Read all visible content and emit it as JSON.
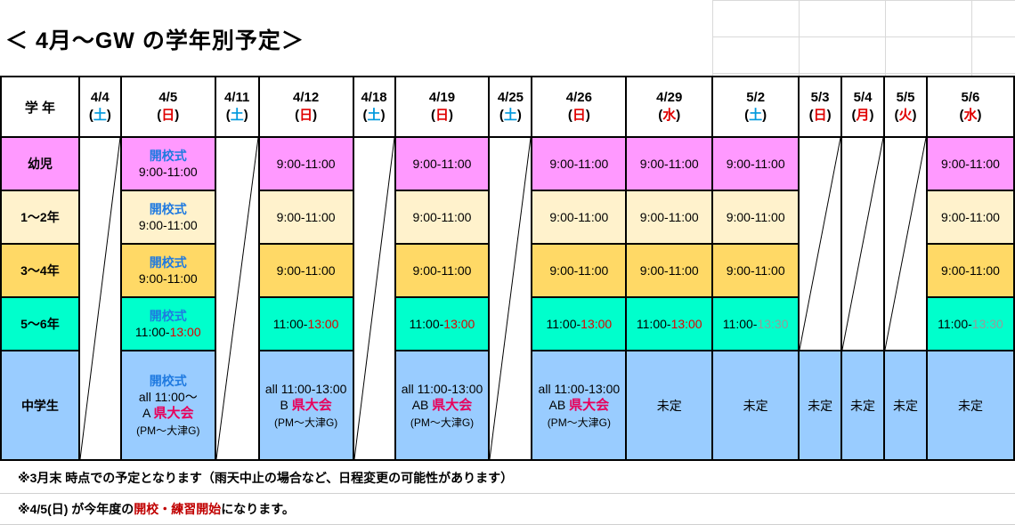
{
  "title": "＜ 4月～GW の学年別予定＞",
  "header_grade": "学 年",
  "columns": [
    {
      "date": "4/4",
      "day": "土",
      "type": "sat"
    },
    {
      "date": "4/5",
      "day": "日",
      "type": "sun"
    },
    {
      "date": "4/11",
      "day": "土",
      "type": "sat"
    },
    {
      "date": "4/12",
      "day": "日",
      "type": "sun"
    },
    {
      "date": "4/18",
      "day": "土",
      "type": "sat"
    },
    {
      "date": "4/19",
      "day": "日",
      "type": "sun"
    },
    {
      "date": "4/25",
      "day": "土",
      "type": "sat"
    },
    {
      "date": "4/26",
      "day": "日",
      "type": "sun"
    },
    {
      "date": "4/29",
      "day": "水",
      "type": "sun"
    },
    {
      "date": "5/2",
      "day": "土",
      "type": "sat"
    },
    {
      "date": "5/3",
      "day": "日",
      "type": "sun"
    },
    {
      "date": "5/4",
      "day": "月",
      "type": "sun"
    },
    {
      "date": "5/5",
      "day": "火",
      "type": "sun"
    },
    {
      "date": "5/6",
      "day": "水",
      "type": "sun"
    }
  ],
  "grades": [
    "幼児",
    "1～2年",
    "3～4年",
    "5～6年",
    "中学生"
  ],
  "cells": {
    "r0": {
      "1": [
        [
          {
            "t": "開校式",
            "c": "blue"
          }
        ],
        [
          {
            "t": "9:00-11:00"
          }
        ]
      ],
      "3": [
        [
          {
            "t": "9:00-11:00"
          }
        ]
      ],
      "5": [
        [
          {
            "t": "9:00-11:00"
          }
        ]
      ],
      "7": [
        [
          {
            "t": "9:00-11:00"
          }
        ]
      ],
      "8": [
        [
          {
            "t": "9:00-11:00"
          }
        ]
      ],
      "9": [
        [
          {
            "t": "9:00-11:00"
          }
        ]
      ],
      "13": [
        [
          {
            "t": "9:00-11:00"
          }
        ]
      ]
    },
    "r1": {
      "1": [
        [
          {
            "t": "開校式",
            "c": "blue"
          }
        ],
        [
          {
            "t": "9:00-11:00"
          }
        ]
      ],
      "3": [
        [
          {
            "t": "9:00-11:00"
          }
        ]
      ],
      "5": [
        [
          {
            "t": "9:00-11:00"
          }
        ]
      ],
      "7": [
        [
          {
            "t": "9:00-11:00"
          }
        ]
      ],
      "8": [
        [
          {
            "t": "9:00-11:00"
          }
        ]
      ],
      "9": [
        [
          {
            "t": "9:00-11:00"
          }
        ]
      ],
      "13": [
        [
          {
            "t": "9:00-11:00"
          }
        ]
      ]
    },
    "r2": {
      "1": [
        [
          {
            "t": "開校式",
            "c": "blue"
          }
        ],
        [
          {
            "t": "9:00-11:00"
          }
        ]
      ],
      "3": [
        [
          {
            "t": "9:00-11:00"
          }
        ]
      ],
      "5": [
        [
          {
            "t": "9:00-11:00"
          }
        ]
      ],
      "7": [
        [
          {
            "t": "9:00-11:00"
          }
        ]
      ],
      "8": [
        [
          {
            "t": "9:00-11:00"
          }
        ]
      ],
      "9": [
        [
          {
            "t": "9:00-11:00"
          }
        ]
      ],
      "13": [
        [
          {
            "t": "9:00-11:00"
          }
        ]
      ]
    },
    "r3": {
      "1": [
        [
          {
            "t": "開校式",
            "c": "blue"
          }
        ],
        [
          {
            "t": "11:00-"
          },
          {
            "t": "13:00",
            "c": "red"
          }
        ]
      ],
      "3": [
        [
          {
            "t": "11:00-"
          },
          {
            "t": "13:00",
            "c": "red"
          }
        ]
      ],
      "5": [
        [
          {
            "t": "11:00-"
          },
          {
            "t": "13:00",
            "c": "red"
          }
        ]
      ],
      "7": [
        [
          {
            "t": "11:00-"
          },
          {
            "t": "13:00",
            "c": "red"
          }
        ]
      ],
      "8": [
        [
          {
            "t": "11:00-"
          },
          {
            "t": "13:00",
            "c": "red"
          }
        ]
      ],
      "9": [
        [
          {
            "t": "11:00-"
          },
          {
            "t": "13:30",
            "c": "gray"
          }
        ]
      ],
      "13": [
        [
          {
            "t": "11:00-"
          },
          {
            "t": "13:30",
            "c": "gray"
          }
        ]
      ]
    },
    "r4": {
      "1": [
        [
          {
            "t": "開校式",
            "c": "blue"
          }
        ],
        [
          {
            "t": "all 11:00～"
          }
        ],
        [
          {
            "t": " "
          }
        ],
        [
          {
            "t": "A  "
          },
          {
            "t": "県大会",
            "c": "pink"
          }
        ],
        [
          {
            "t": "(PM～大津G)",
            "c": "small"
          }
        ]
      ],
      "3": [
        [
          {
            "t": "all 11:00-13:00",
            "c": "small13"
          }
        ],
        [
          {
            "t": " "
          }
        ],
        [
          {
            "t": "B  "
          },
          {
            "t": "県大会",
            "c": "pink"
          }
        ],
        [
          {
            "t": "(PM～大津G)",
            "c": "small"
          }
        ]
      ],
      "5": [
        [
          {
            "t": "all 11:00-13:00"
          }
        ],
        [
          {
            "t": " "
          }
        ],
        [
          {
            "t": "AB  "
          },
          {
            "t": "県大会",
            "c": "pink"
          }
        ],
        [
          {
            "t": "(PM～大津G)",
            "c": "small"
          }
        ]
      ],
      "7": [
        [
          {
            "t": "all 11:00-13:00"
          }
        ],
        [
          {
            "t": " "
          }
        ],
        [
          {
            "t": "AB  "
          },
          {
            "t": "県大会",
            "c": "pink"
          }
        ],
        [
          {
            "t": "(PM～大津G)",
            "c": "small"
          }
        ]
      ],
      "8": [
        [
          {
            "t": "未定"
          }
        ]
      ],
      "9": [
        [
          {
            "t": "未定"
          }
        ]
      ],
      "10": [
        [
          {
            "t": "未定"
          }
        ]
      ],
      "11": [
        [
          {
            "t": "未定"
          }
        ]
      ],
      "12": [
        [
          {
            "t": "未定"
          }
        ]
      ],
      "13": [
        [
          {
            "t": "未定"
          }
        ]
      ]
    }
  },
  "notes": {
    "note1": "※3月末 時点での予定となります（雨天中止の場合など、日程変更の可能性があります）",
    "note2_a": "※4/5(日) が今年度の",
    "note2_b": "開校・練習開始",
    "note2_c": "になります。"
  }
}
